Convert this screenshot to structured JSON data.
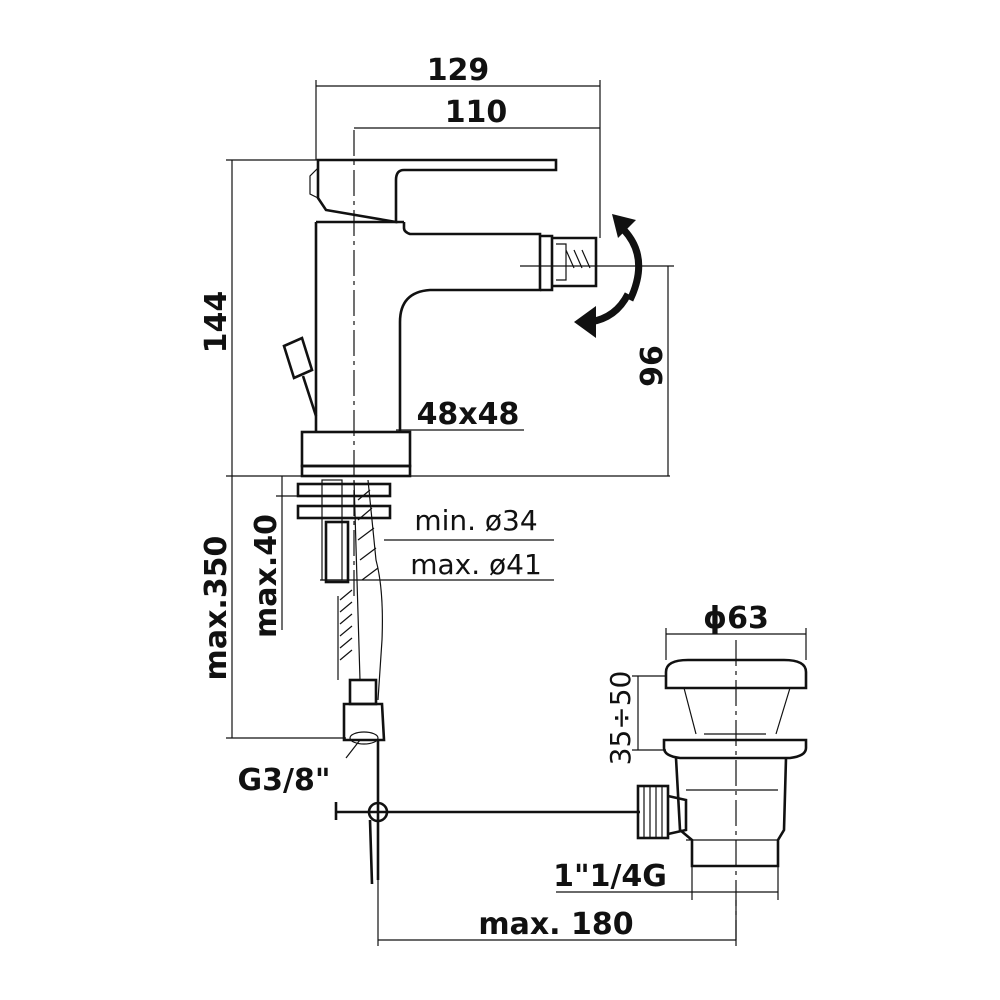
{
  "dimensions": {
    "overall_width": "129",
    "spout_reach": "110",
    "overall_height": "144",
    "spout_height": "96",
    "base_size": "48x48",
    "hole_min": "min. ø34",
    "hole_max": "max. ø41",
    "max_deck": "max.40",
    "hose_length": "max.350",
    "hose_connection": "G3/8\"",
    "waste_diameter": "ϕ63",
    "waste_stroke": "35÷50",
    "waste_thread": "1\"1/4G",
    "rod_length": "max. 180"
  },
  "colors": {
    "line": "#111111",
    "background": "#ffffff"
  },
  "icons": {
    "rotation": "double-rotation-arrow-icon"
  }
}
